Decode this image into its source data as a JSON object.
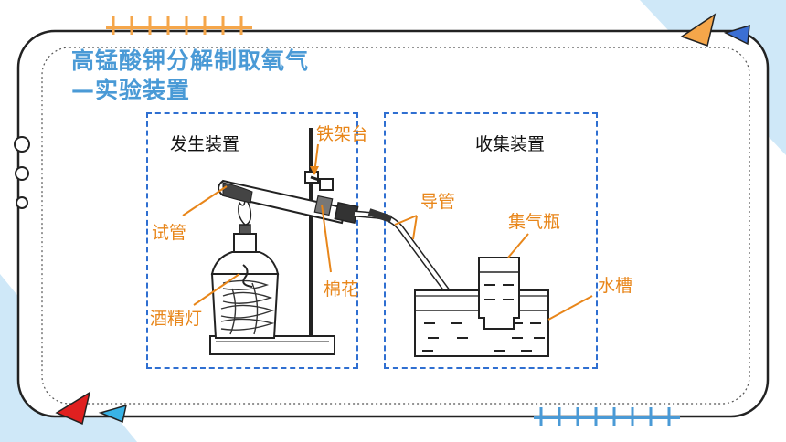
{
  "title": {
    "line1": "高锰酸钾分解制取氧气",
    "line2": "—实验装置"
  },
  "sections": {
    "generator": "发生装置",
    "collector": "收集装置"
  },
  "labels": {
    "stand": "铁架台",
    "test_tube": "试管",
    "cotton": "棉花",
    "alcohol_lamp": "酒精灯",
    "delivery_tube": "导管",
    "gas_bottle": "集气瓶",
    "water_trough": "水槽"
  },
  "colors": {
    "title": "#4a9ad6",
    "label": "#e8861a",
    "dashed_box": "#2f6fd1",
    "frame": "#222222",
    "accent_orange": "#f5a64a",
    "accent_blue": "#4a9ad6",
    "accent_red": "#e02020",
    "corner_bg": "#cfe8f8"
  }
}
